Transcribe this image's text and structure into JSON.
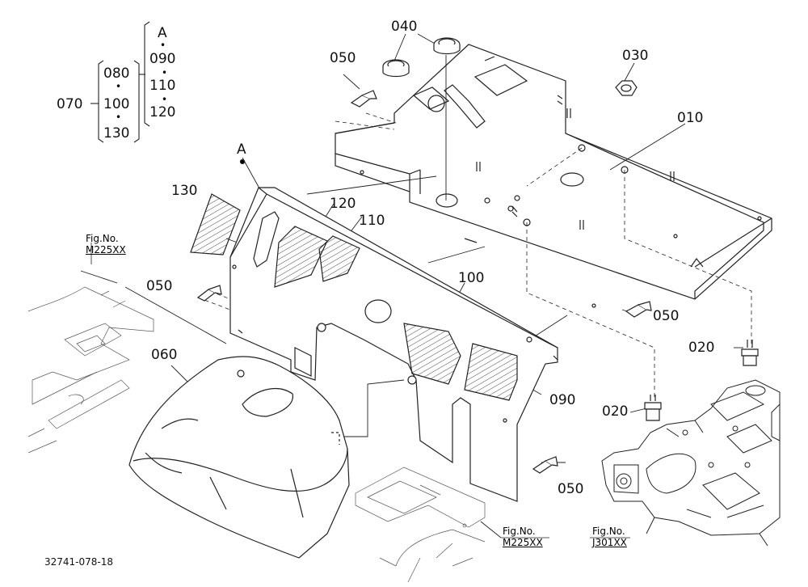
{
  "labels": {
    "p010": "010",
    "p020a": "020",
    "p020b": "020",
    "p030": "030",
    "p040": "040",
    "p050a": "050",
    "p050b": "050",
    "p050c": "050",
    "p050d": "050",
    "p060": "060",
    "p090": "090",
    "p100": "100",
    "p110": "110",
    "p120": "120",
    "p130": "130",
    "marker_a": "A"
  },
  "legend": {
    "p070": "070",
    "g1": [
      "080",
      "100",
      "130"
    ],
    "g2_head": "A",
    "g2": [
      "090",
      "110",
      "120"
    ]
  },
  "fig_refs": {
    "top_left": {
      "title": "Fig.No.",
      "code": "M225XX"
    },
    "bottom_center": {
      "title": "Fig.No.",
      "code": "M225XX"
    },
    "bottom_right": {
      "title": "Fig.No.",
      "code": "J301XX"
    }
  },
  "drawing_number": "32741-078-18"
}
